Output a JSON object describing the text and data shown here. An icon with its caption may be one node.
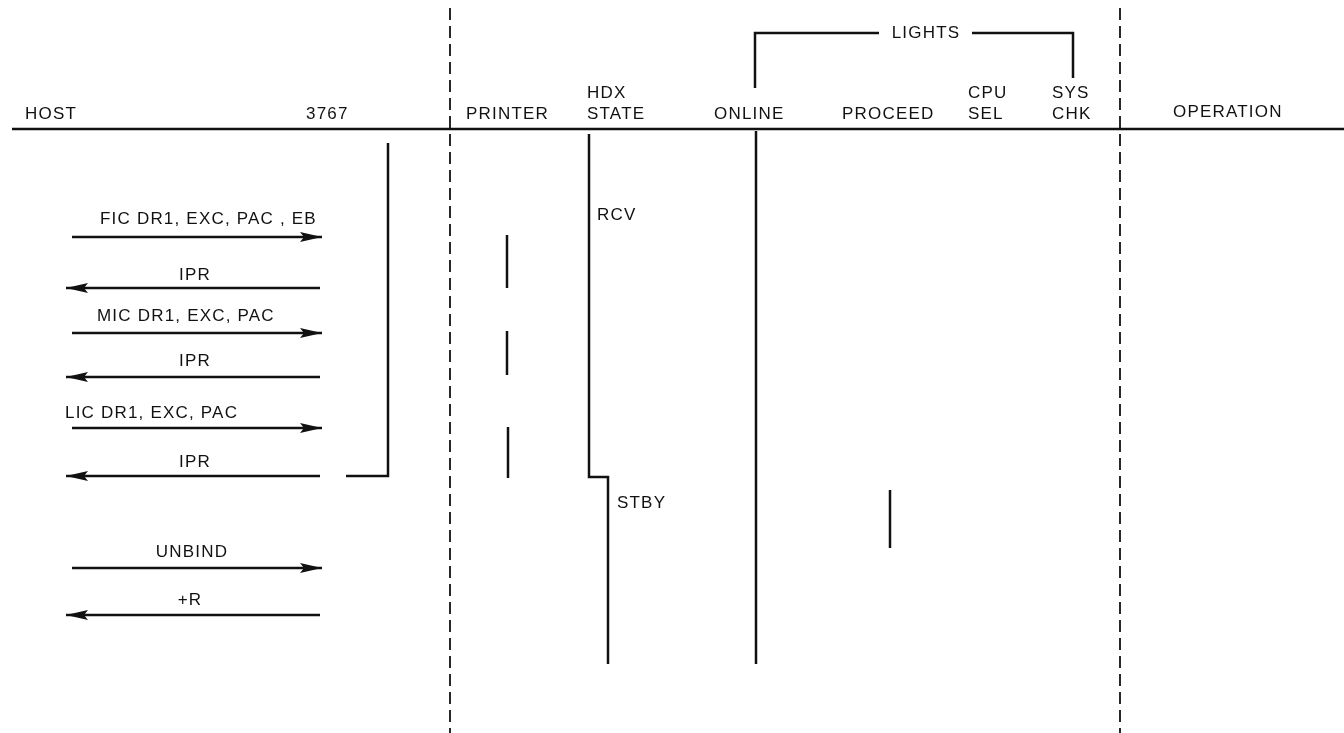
{
  "diagram": {
    "labels": [
      "LIGHTS",
      "HOST",
      "3767",
      "PRINTER",
      "HDX STATE",
      "ONLINE",
      "PROCEED",
      "CPU SEL",
      "SYS CHK",
      "OPERATION",
      "FIC DR1, EXC, PAC , EB",
      "RCV",
      "IPR",
      "MIC DR1, EXC, PAC",
      "IPR",
      "LIC DR1, EXC, PAC",
      "IPR",
      "STBY",
      "UNBIND",
      "+R"
    ]
  }
}
